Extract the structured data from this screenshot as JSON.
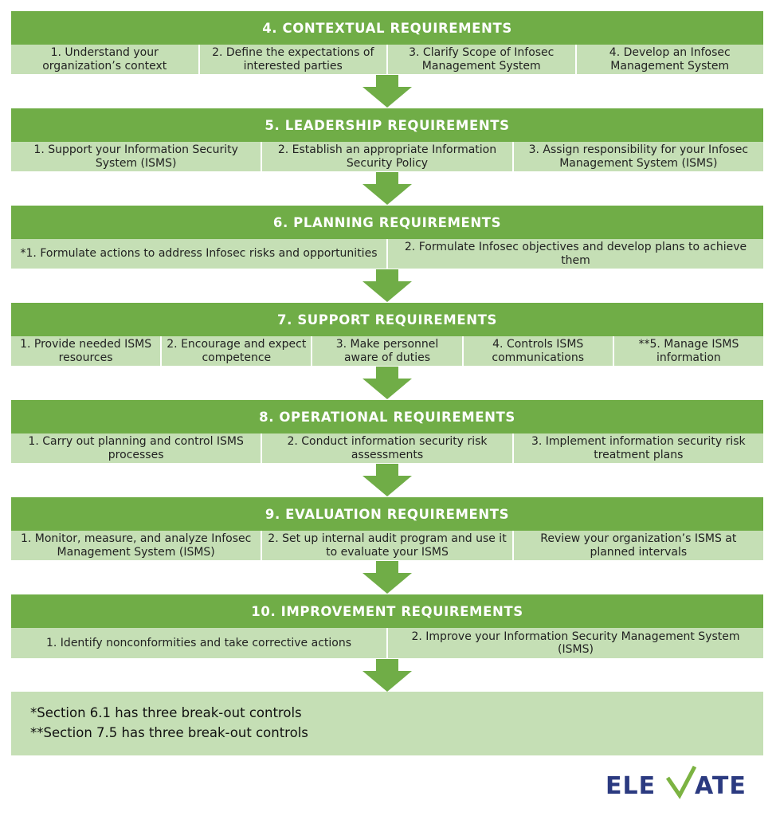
{
  "sections": [
    {
      "title": "4. CONTEXTUAL REQUIREMENTS",
      "items": [
        "1. Understand your organization’s context",
        "2. Define the expectations of interested parties",
        "3. Clarify Scope of Infosec Management System",
        "4. Develop an Infosec Management System"
      ]
    },
    {
      "title": "5. LEADERSHIP REQUIREMENTS",
      "items": [
        "1. Support your Information Security System (ISMS)",
        "2. Establish an appropriate Information Security Policy",
        "3. Assign responsibility for your Infosec Management System (ISMS)"
      ]
    },
    {
      "title": "6. PLANNING REQUIREMENTS",
      "items": [
        "*1. Formulate actions to address Infosec risks and opportunities",
        "2. Formulate Infosec objectives and develop plans to achieve them"
      ]
    },
    {
      "title": "7. SUPPORT REQUIREMENTS",
      "items": [
        "1. Provide needed ISMS resources",
        "2. Encourage and expect competence",
        "3. Make personnel aware of duties",
        "4. Controls ISMS communications",
        "**5. Manage ISMS information"
      ]
    },
    {
      "title": "8. OPERATIONAL REQUIREMENTS",
      "items": [
        "1. Carry out planning and control ISMS processes",
        "2. Conduct information security risk assessments",
        "3. Implement information security risk treatment plans"
      ]
    },
    {
      "title": "9. EVALUATION REQUIREMENTS",
      "items": [
        "1. Monitor, measure, and analyze Infosec Management System (ISMS)",
        "2. Set up internal audit program and use it to evaluate your ISMS",
        "Review your organization’s ISMS at planned intervals"
      ]
    },
    {
      "title": "10. IMPROVEMENT REQUIREMENTS",
      "items": [
        "1. Identify nonconformities and take corrective actions",
        "2. Improve your Information Security Management System (ISMS)"
      ]
    }
  ],
  "notes": [
    "*Section 6.1 has three break-out controls",
    "**Section 7.5 has three break-out controls"
  ],
  "logo": {
    "text": "ELEVATE",
    "text_color": "#2b3a80",
    "accent_color": "#7cb342"
  },
  "colors": {
    "header": "#70ad47",
    "cell": "#c5dfb5",
    "arrow": "#70ad47"
  }
}
